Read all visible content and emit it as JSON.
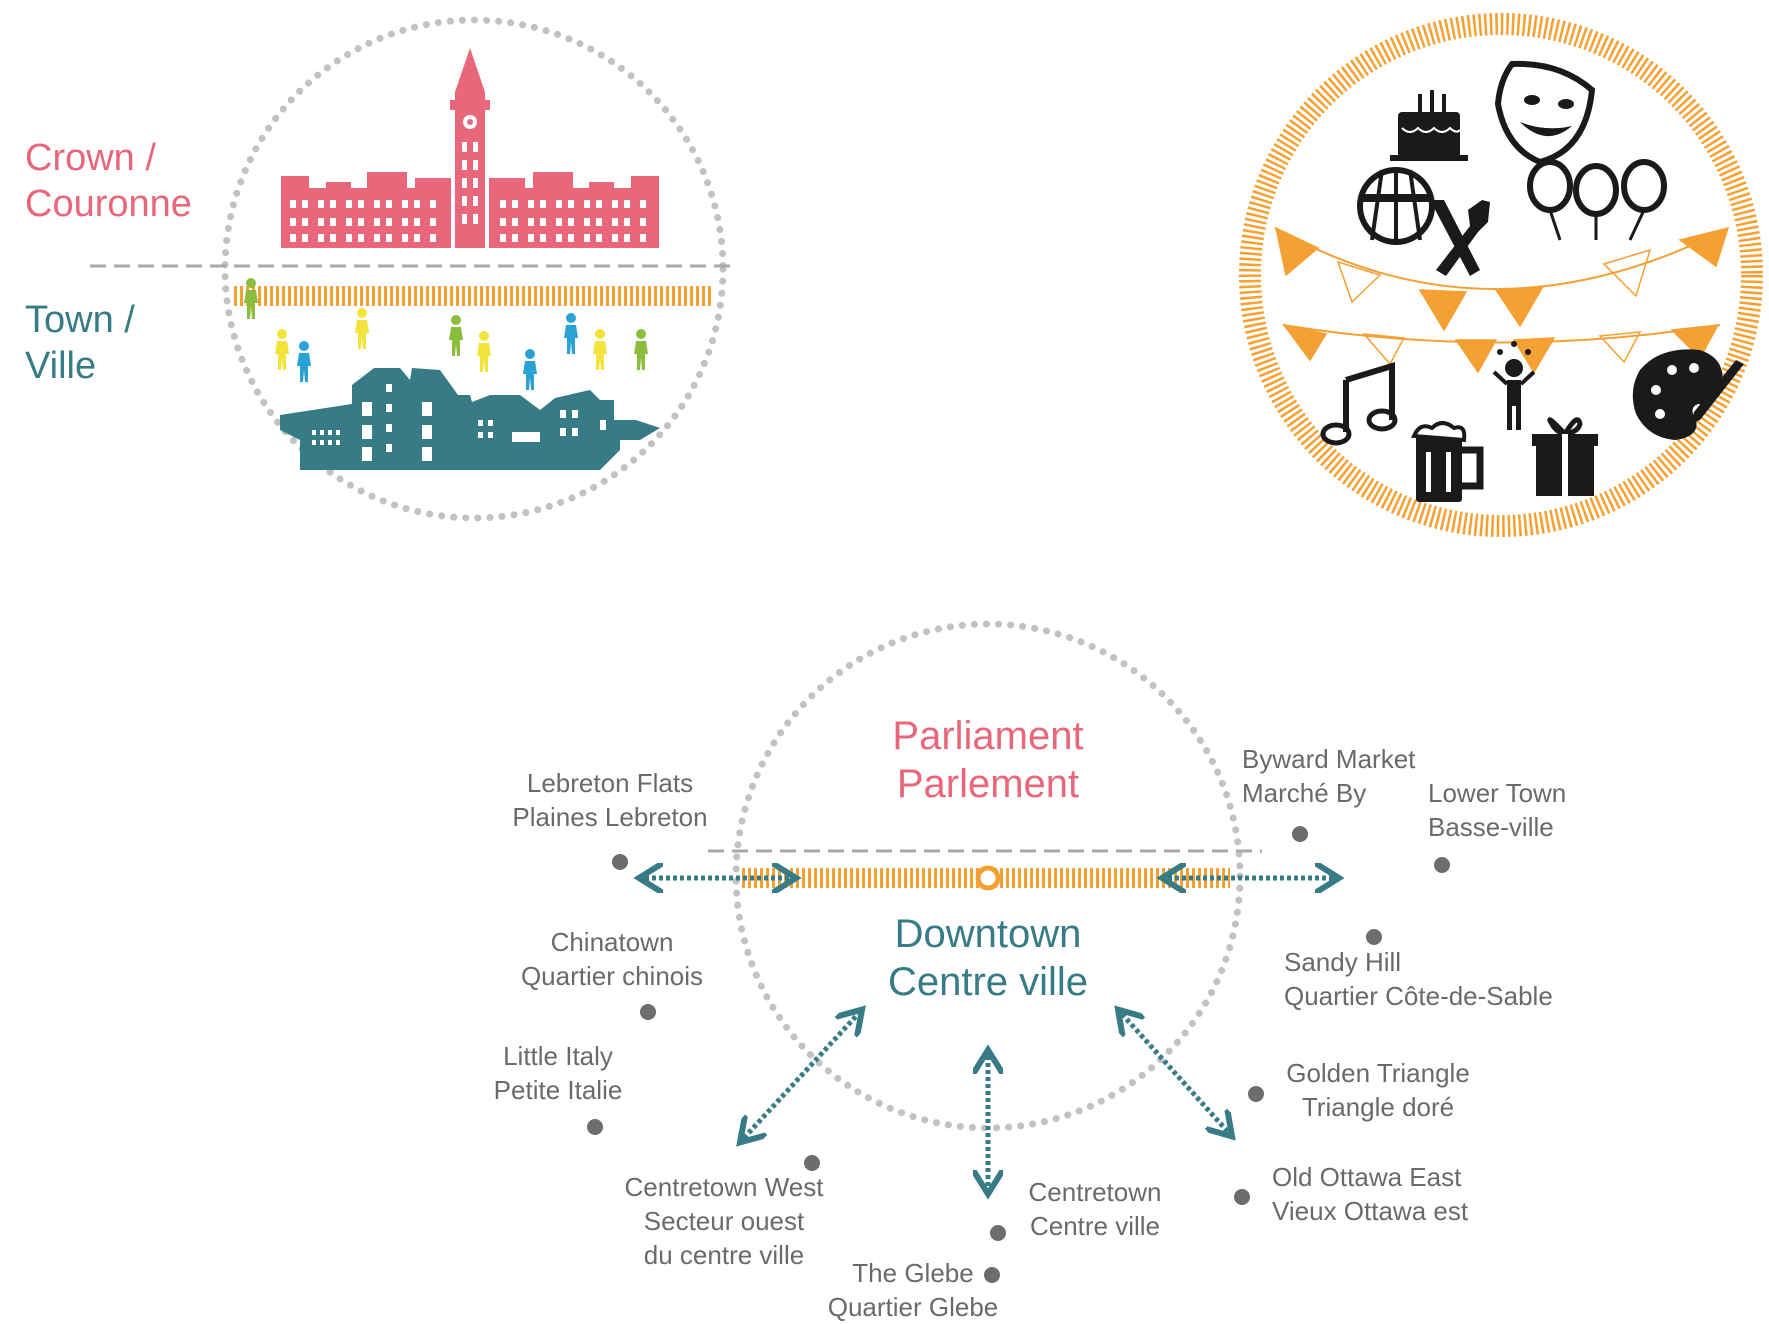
{
  "colors": {
    "crown": "#e8677a",
    "town": "#367b86",
    "orange": "#f5a033",
    "gray_dot": "#c2c2c2",
    "neighbourhood_dot": "#6d6d6d",
    "neighbourhood_text": "#6a6a6a",
    "person_colors": [
      "#8dbd3c",
      "#f2e43a",
      "#2aa2d4"
    ]
  },
  "crown_town": {
    "crown_line1": "Crown /",
    "crown_line2": "Couronne",
    "town_line1": "Town /",
    "town_line2": "Ville"
  },
  "festival_icons": [
    "birthday-cake-icon",
    "theatre-mask-icon",
    "drum-icon",
    "fork-knife-icon",
    "balloons-icon",
    "music-note-icon",
    "juggler-icon",
    "beer-mug-icon",
    "gift-icon",
    "paint-palette-icon"
  ],
  "downtown_map": {
    "parliament_line1": "Parliament",
    "parliament_line2": "Parlement",
    "downtown_line1": "Downtown",
    "downtown_line2": "Centre ville",
    "neighbourhoods": {
      "lebreton": [
        "Lebreton Flats",
        "Plaines Lebreton"
      ],
      "byward": [
        "Byward Market",
        "Marché By"
      ],
      "lowertown": [
        "Lower Town",
        "Basse-ville"
      ],
      "chinatown": [
        "Chinatown",
        "Quartier chinois"
      ],
      "sandyhill": [
        "Sandy Hill",
        "Quartier Côte-de-Sable"
      ],
      "littleitaly": [
        "Little Italy",
        "Petite Italie"
      ],
      "goldentriangle": [
        "Golden Triangle",
        "Triangle doré"
      ],
      "centretownwest": [
        "Centretown West",
        "Secteur ouest",
        "du centre ville"
      ],
      "centretown": [
        "Centretown",
        "Centre ville"
      ],
      "oldottawaeast": [
        "Old Ottawa East",
        "Vieux Ottawa est"
      ],
      "glebe": [
        "The Glebe",
        "Quartier Glebe"
      ]
    }
  }
}
